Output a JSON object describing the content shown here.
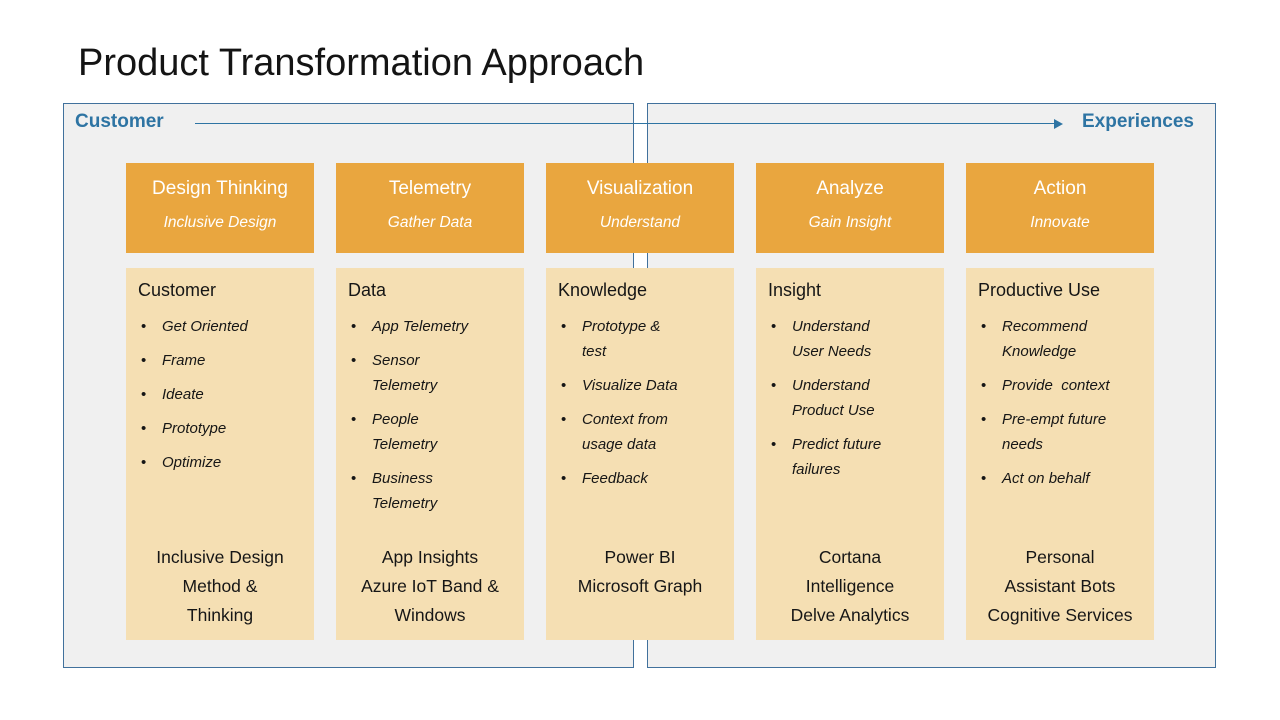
{
  "title": "Product Transformation Approach",
  "flow": {
    "left_label": "Customer",
    "right_label": "Experiences"
  },
  "colors": {
    "accent_orange": "#E9A63F",
    "panel_tan": "#F5DFB3",
    "steel_blue": "#2E74A3",
    "box_border": "#41719C",
    "box_bg": "#F0F0F0"
  },
  "columns": [
    {
      "header": {
        "title": "Design Thinking",
        "subtitle": "Inclusive Design"
      },
      "body_heading": "Customer",
      "bullets": [
        "Get Oriented",
        "Frame",
        "Ideate",
        "Prototype",
        "Optimize"
      ],
      "footer": "Inclusive Design\nMethod &\nThinking"
    },
    {
      "header": {
        "title": "Telemetry",
        "subtitle": "Gather Data"
      },
      "body_heading": "Data",
      "bullets": [
        "App Telemetry",
        "Sensor\nTelemetry",
        "People\nTelemetry",
        "Business\nTelemetry"
      ],
      "footer": "App Insights\nAzure IoT Band &\nWindows"
    },
    {
      "header": {
        "title": "Visualization",
        "subtitle": "Understand"
      },
      "body_heading": "Knowledge",
      "bullets": [
        "Prototype &\ntest",
        "Visualize Data",
        "Context from\nusage data",
        "Feedback"
      ],
      "footer": "Power BI\nMicrosoft Graph"
    },
    {
      "header": {
        "title": "Analyze",
        "subtitle": "Gain Insight"
      },
      "body_heading": "Insight",
      "bullets": [
        "Understand\nUser Needs",
        "Understand\nProduct Use",
        "Predict future\nfailures"
      ],
      "footer": "Cortana\nIntelligence\nDelve Analytics"
    },
    {
      "header": {
        "title": "Action",
        "subtitle": "Innovate"
      },
      "body_heading": "Productive Use",
      "bullets": [
        "Recommend\nKnowledge",
        "Provide  context",
        "Pre-empt future\nneeds",
        "Act on behalf"
      ],
      "footer": "Personal\nAssistant Bots\nCognitive Services"
    }
  ]
}
